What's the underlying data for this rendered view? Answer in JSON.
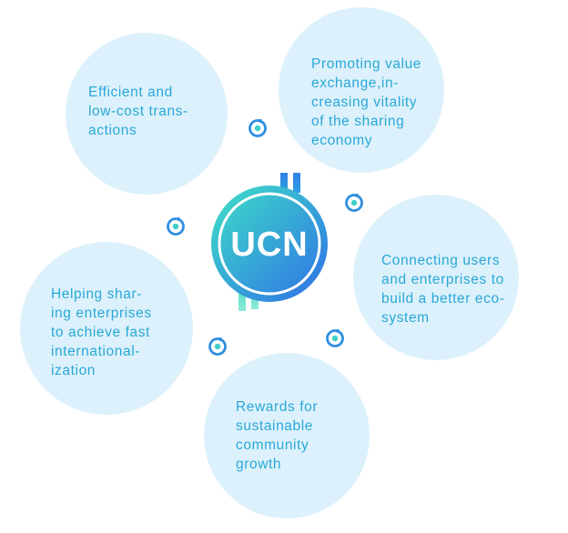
{
  "logo": {
    "text": "UCN"
  },
  "bubbles": [
    {
      "text": "Efficient and\nlow-cost trans-\nactions"
    },
    {
      "text": "Promoting value\nexchange,in-\ncreasing vitality\nof the sharing\neconomy"
    },
    {
      "text": "Connecting users\nand enterprises to\nbuild a better eco-\nsystem"
    },
    {
      "text": "Rewards for\nsustainable\ncommunity\ngrowth"
    },
    {
      "text": "Helping shar-\ning enterprises\nto achieve fast\ninternational-\nization"
    }
  ],
  "colors": {
    "bubble_fill": "#dcf1fb",
    "text": "#29a8d8",
    "logo_gradient_start": "#3ee0c6",
    "logo_gradient_end": "#2f6fe6"
  }
}
